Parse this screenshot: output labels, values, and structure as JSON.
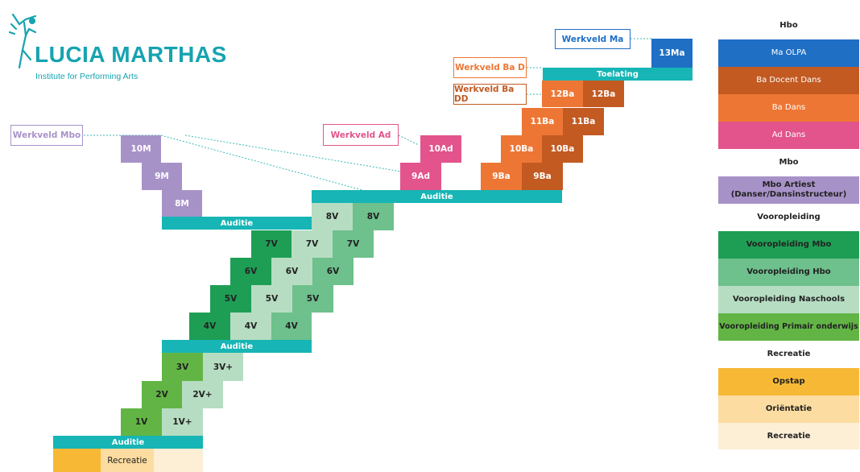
{
  "logo": {
    "name": "LUCIA MARTHAS",
    "tagline": "Institute for Performing Arts"
  },
  "colors": {
    "teal": "#17b5b5",
    "ma_olpa": "#1f6fc5",
    "ba_docent": "#c25a22",
    "ba_dans": "#ee7634",
    "ad_dans": "#e2548b",
    "mbo": "#a792c8",
    "voor_mbo": "#1e9e55",
    "voor_hbo": "#6ec08c",
    "voor_naschools": "#b6ddc2",
    "voor_primair": "#62b545",
    "opstap": "#f7b935",
    "orientatie": "#fcdca0",
    "recreatie": "#fdeed6"
  },
  "werkveld": {
    "ma": "Werkveld Ma",
    "ba_d": "Werkveld Ba D",
    "ba_dd": "Werkveld Ba DD",
    "ad": "Werkveld Ad",
    "mbo": "Werkveld Mbo"
  },
  "bars": {
    "toelating": "Toelating",
    "auditie": "Auditie"
  },
  "cells": {
    "m13": "13Ma",
    "ba12": "12Ba",
    "ba11": "11Ba",
    "ba10": "10Ba",
    "ba9": "9Ba",
    "ad10": "10Ad",
    "ad9": "9Ad",
    "m10": "10M",
    "m9": "9M",
    "m8": "8M",
    "v8": "8V",
    "v7": "7V",
    "v6": "6V",
    "v5": "5V",
    "v4": "4V",
    "v3": "3V",
    "v3p": "3V+",
    "v2": "2V",
    "v2p": "2V+",
    "v1": "1V",
    "v1p": "1V+",
    "recreatie": "Recreatie"
  },
  "legend": {
    "hbo_header": "Hbo",
    "ma_olpa": "Ma OLPA",
    "ba_docent": "Ba Docent Dans",
    "ba_dans": "Ba Dans",
    "ad_dans": "Ad Dans",
    "mbo_header": "Mbo",
    "mbo_artiest_1": "Mbo Artiest",
    "mbo_artiest_2": "(Danser/Dansinstructeur)",
    "voor_header": "Vooropleiding",
    "voor_mbo": "Vooropleiding Mbo",
    "voor_hbo": "Vooropleiding Hbo",
    "voor_naschools": "Vooropleiding Naschools",
    "voor_primair": "Vooropleiding Primair onderwijs",
    "rec_header": "Recreatie",
    "opstap": "Opstap",
    "orientatie": "Oriëntatie",
    "recreatie": "Recreatie"
  }
}
